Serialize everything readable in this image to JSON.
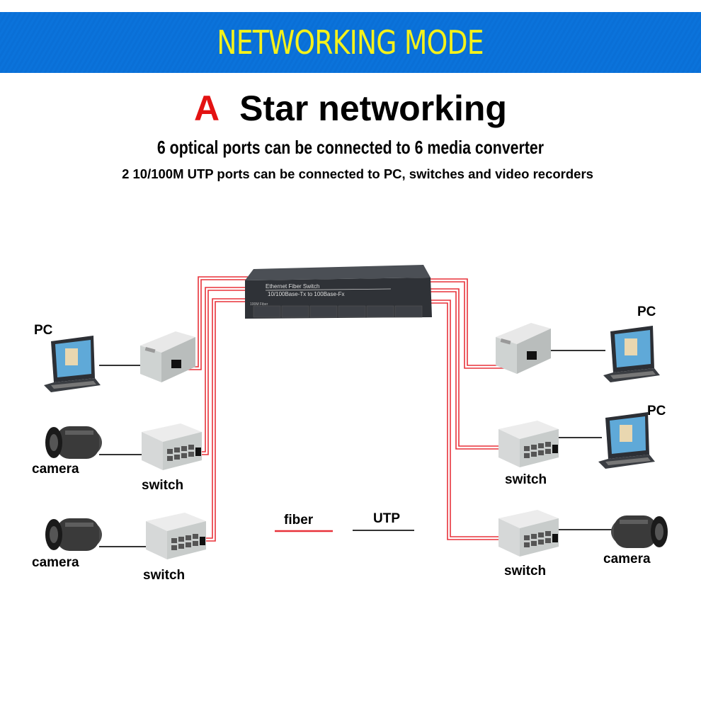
{
  "banner": {
    "title": "NETWORKING MODE"
  },
  "heading": {
    "letter": "A",
    "title": "Star networking"
  },
  "subtitle": "6 optical ports can be connected to 6 media converter",
  "description": "2 10/100M UTP ports can be connected to PC, switches and video recorders",
  "central_switch": {
    "name": "Ethernet Fiber Switch",
    "spec": "10/100Base-Tx to 100Base-Fx",
    "port_label": "100M Fiber"
  },
  "left": {
    "pc": "PC",
    "camera1": "camera",
    "switch1": "switch",
    "camera2": "camera",
    "switch2": "switch"
  },
  "right": {
    "pc1": "PC",
    "switch1": "switch",
    "pc2": "PC",
    "switch2": "switch",
    "camera": "camera"
  },
  "legend": {
    "fiber": "fiber",
    "utp": "UTP"
  },
  "colors": {
    "banner": "#0a6fd6",
    "banner_text": "#f5f21a",
    "accent": "#e31212",
    "fiber": "#e8323a",
    "utp": "#222222"
  }
}
